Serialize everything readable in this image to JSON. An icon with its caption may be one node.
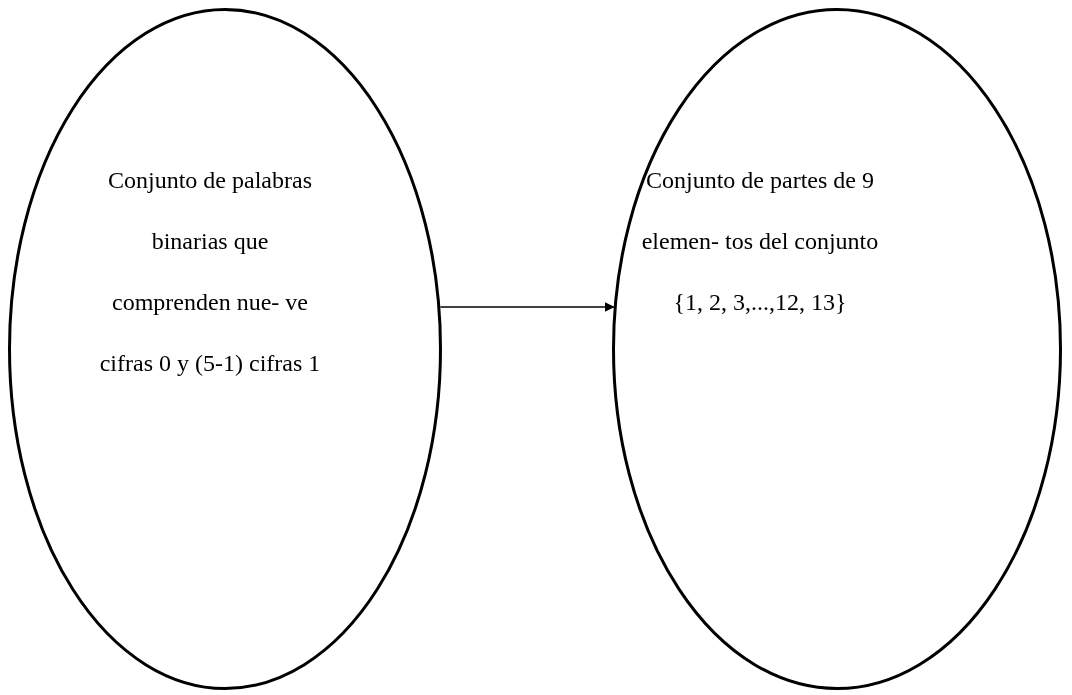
{
  "diagram": {
    "nodes": [
      {
        "text": [
          "Conjunto de palabras binarias que comprenden nue- ve cifras 0 y (5-1) cifras 1"
        ]
      },
      {
        "text": [
          "Conjunto de partes de 9 elemen- tos del conjunto {1, 2, 3,...,12, 13}"
        ]
      }
    ],
    "edges": [
      {
        "from": 0,
        "to": 1,
        "arrow": "to"
      }
    ]
  }
}
